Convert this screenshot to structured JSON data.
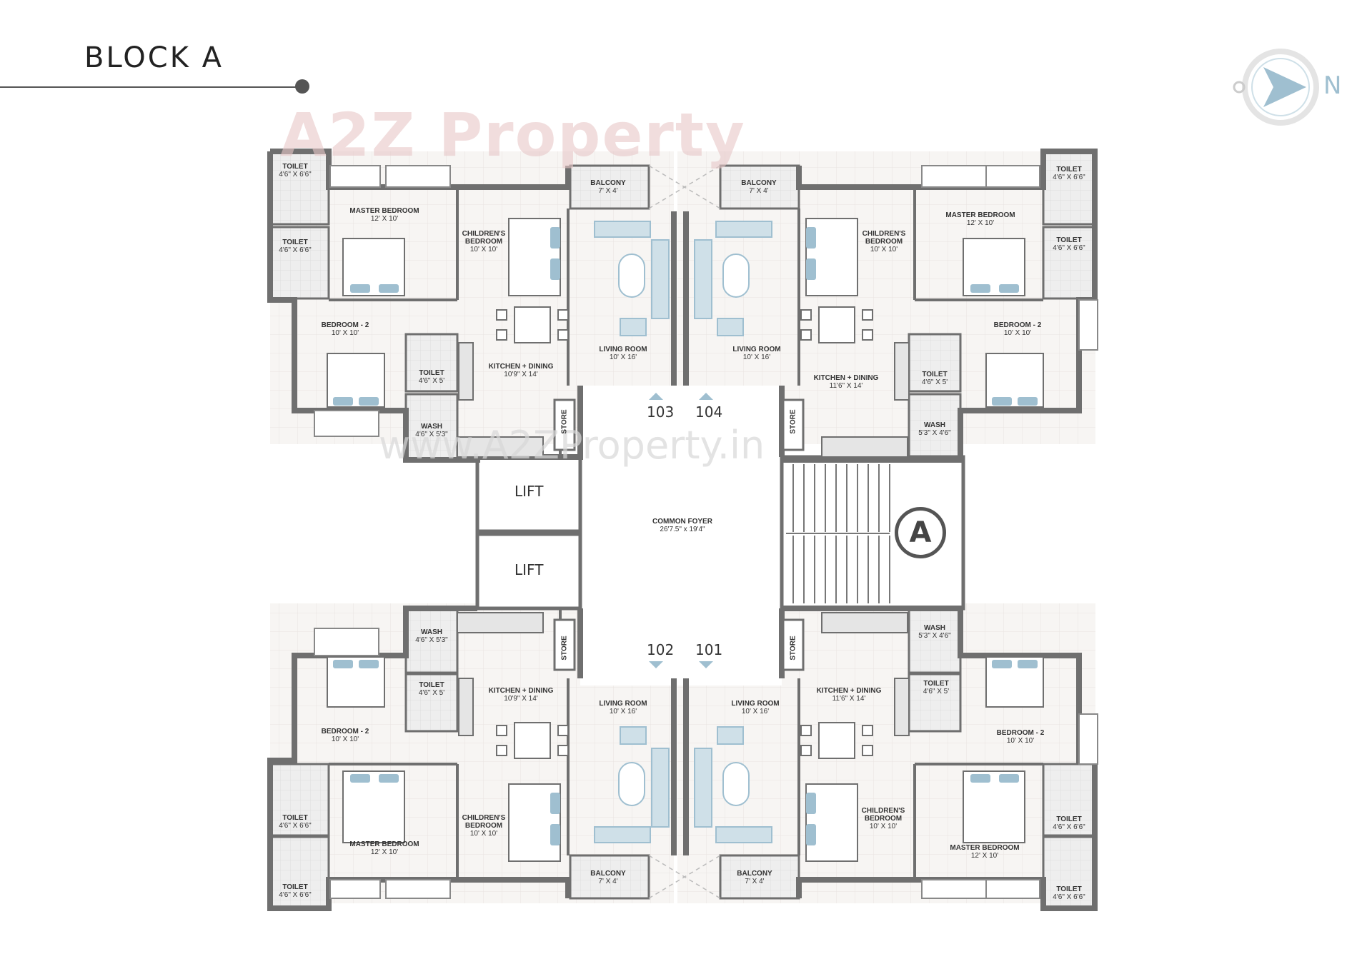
{
  "header": {
    "title": "BLOCK A"
  },
  "compass": {
    "letter": "N"
  },
  "watermarks": {
    "brand": "A2Z Property",
    "url": "www.A2ZProperty.in"
  },
  "units": {
    "u101": "101",
    "u102": "102",
    "u103": "103",
    "u104": "104"
  },
  "core": {
    "lift_1": "LIFT",
    "lift_2": "LIFT",
    "foyer": {
      "name": "COMMON FOYER",
      "dim": "26'7.5\" x 19'4\""
    },
    "block": "A"
  },
  "rooms": {
    "master_bedroom": {
      "name": "MASTER BEDROOM",
      "dim": "12' X 10'"
    },
    "children_bedroom": {
      "name": "CHILDREN'S BEDROOM",
      "dim": "10' X 10'"
    },
    "bedroom_2": {
      "name": "BEDROOM - 2",
      "dim": "10' X 10'"
    },
    "living": {
      "name": "LIVING ROOM",
      "dim": "10' X 16'"
    },
    "kitchen_a": {
      "name": "KITCHEN + DINING",
      "dim": "10'9\" X 14'"
    },
    "kitchen_b": {
      "name": "KITCHEN + DINING",
      "dim": "11'6\" X 14'"
    },
    "balcony": {
      "name": "BALCONY",
      "dim": "7' X 4'"
    },
    "toilet_big": {
      "name": "TOILET",
      "dim": "4'6\" X 6'6\""
    },
    "toilet_small": {
      "name": "TOILET",
      "dim": "4'6\" X 5'"
    },
    "wash_a": {
      "name": "WASH",
      "dim": "4'6\" X 5'3\""
    },
    "wash_b": {
      "name": "WASH",
      "dim": "5'3\" X 4'6\""
    },
    "store": {
      "name": "STORE"
    }
  },
  "colors": {
    "wall": "#6f6f6f",
    "floor": "#f7f5f3",
    "grid": "#e6e2de",
    "furniture": "#9fbfd0",
    "accent": "#555555"
  }
}
